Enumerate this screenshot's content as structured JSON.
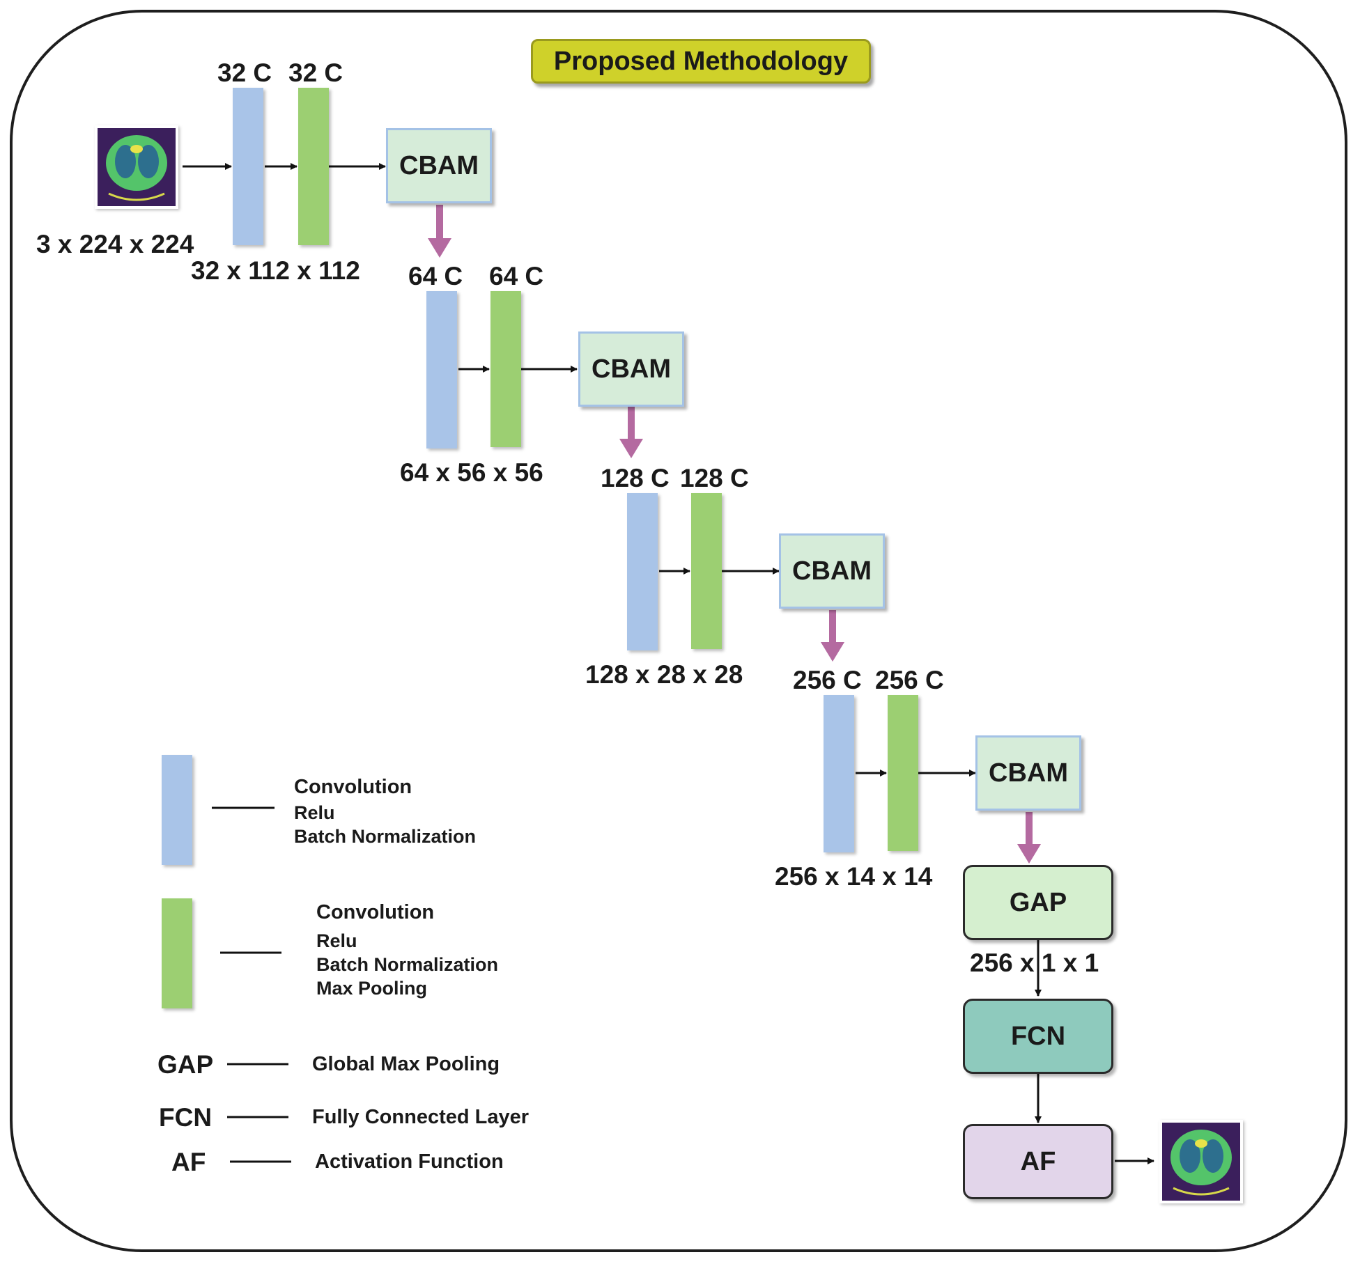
{
  "title": "Proposed Methodology",
  "blocks": [
    {
      "chan_a": "32 C",
      "chan_b": "32 C",
      "cbam": "CBAM",
      "size": "32 x 112 x 112"
    },
    {
      "chan_a": "64 C",
      "chan_b": "64 C",
      "cbam": "CBAM",
      "size": "64 x 56 x 56"
    },
    {
      "chan_a": "128 C",
      "chan_b": "128 C",
      "cbam": "CBAM",
      "size": "128 x 28 x 28"
    },
    {
      "chan_a": "256 C",
      "chan_b": "256 C",
      "cbam": "CBAM",
      "size": "256 x 14 x 14"
    }
  ],
  "input_size": "3 x 224 x 224",
  "head": {
    "gap": "GAP",
    "gap_size": "256 x 1 x 1",
    "fcn": "FCN",
    "af": "AF"
  },
  "legend": {
    "blue": [
      "Convolution",
      "Relu",
      "Batch Normalization"
    ],
    "green": [
      "Convolution",
      "Relu",
      "Batch Normalization",
      "Max Pooling"
    ],
    "gap": {
      "abbr": "GAP",
      "desc": "Global Max Pooling"
    },
    "fcn": {
      "abbr": "FCN",
      "desc": "Fully Connected Layer"
    },
    "af": {
      "abbr": "AF",
      "desc": "Activation Function"
    }
  },
  "colors": {
    "blue_block": "#a9c4e8",
    "green_block": "#9ccf72",
    "cbam": "#d6ecd9",
    "gap": "#d5efcf",
    "fcn": "#8ecabd",
    "af": "#e2d5ea",
    "title": "#cfd12a",
    "down_arrow": "#b46aa0"
  }
}
